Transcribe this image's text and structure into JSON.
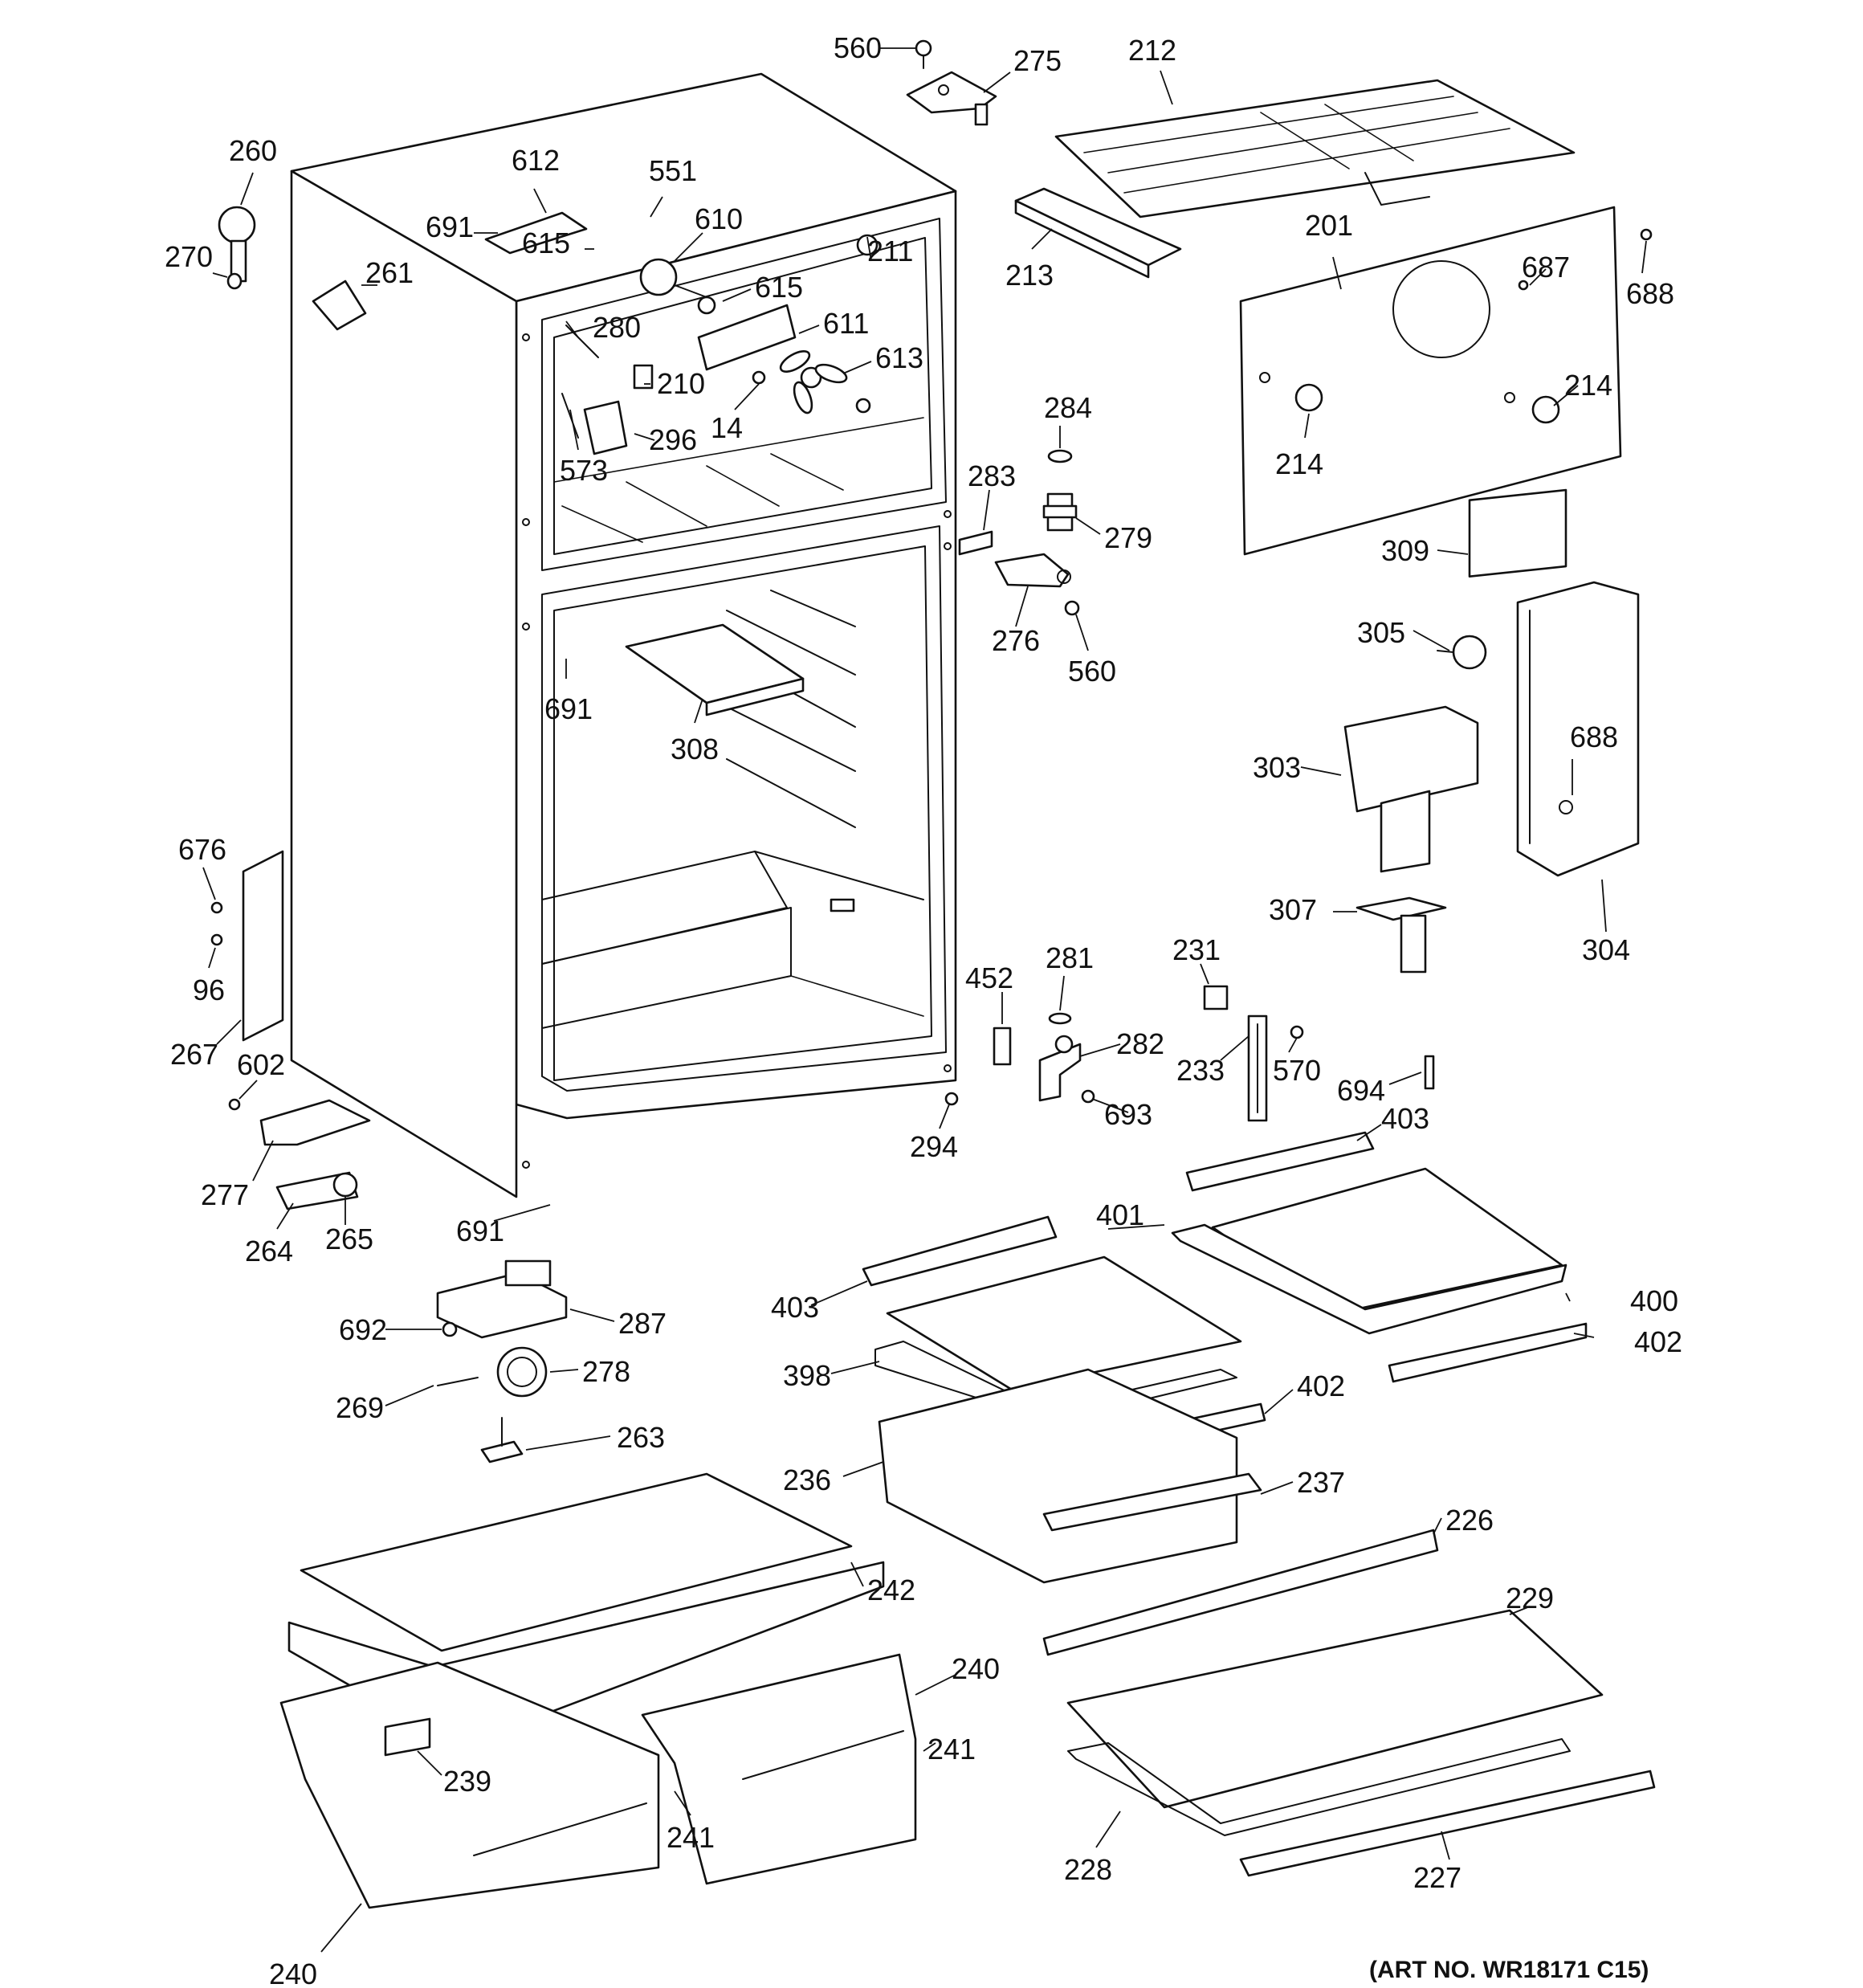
{
  "diagram": {
    "art_number": "(ART NO. WR18171 C15)",
    "callouts": [
      {
        "id": "c560a",
        "label": "560"
      },
      {
        "id": "c275",
        "label": "275"
      },
      {
        "id": "c212",
        "label": "212"
      },
      {
        "id": "c260",
        "label": "260"
      },
      {
        "id": "c270",
        "label": "270"
      },
      {
        "id": "c261",
        "label": "261"
      },
      {
        "id": "c612",
        "label": "612"
      },
      {
        "id": "c551",
        "label": "551"
      },
      {
        "id": "c691a",
        "label": "691"
      },
      {
        "id": "c615a",
        "label": "615"
      },
      {
        "id": "c610",
        "label": "610"
      },
      {
        "id": "c211",
        "label": "211"
      },
      {
        "id": "c615b",
        "label": "615"
      },
      {
        "id": "c611",
        "label": "611"
      },
      {
        "id": "c280",
        "label": "280"
      },
      {
        "id": "c613",
        "label": "613"
      },
      {
        "id": "c210",
        "label": "210"
      },
      {
        "id": "c14",
        "label": "14"
      },
      {
        "id": "c296",
        "label": "296"
      },
      {
        "id": "c573",
        "label": "573"
      },
      {
        "id": "c213",
        "label": "213"
      },
      {
        "id": "c201",
        "label": "201"
      },
      {
        "id": "c687",
        "label": "687"
      },
      {
        "id": "c688a",
        "label": "688"
      },
      {
        "id": "c214a",
        "label": "214"
      },
      {
        "id": "c214b",
        "label": "214"
      },
      {
        "id": "c284",
        "label": "284"
      },
      {
        "id": "c283",
        "label": "283"
      },
      {
        "id": "c279",
        "label": "279"
      },
      {
        "id": "c309",
        "label": "309"
      },
      {
        "id": "c276",
        "label": "276"
      },
      {
        "id": "c560b",
        "label": "560"
      },
      {
        "id": "c305",
        "label": "305"
      },
      {
        "id": "c691b",
        "label": "691"
      },
      {
        "id": "c308",
        "label": "308"
      },
      {
        "id": "c303",
        "label": "303"
      },
      {
        "id": "c688b",
        "label": "688"
      },
      {
        "id": "c307",
        "label": "307"
      },
      {
        "id": "c304",
        "label": "304"
      },
      {
        "id": "c676",
        "label": "676"
      },
      {
        "id": "c96",
        "label": "96"
      },
      {
        "id": "c267",
        "label": "267"
      },
      {
        "id": "c602",
        "label": "602"
      },
      {
        "id": "c452",
        "label": "452"
      },
      {
        "id": "c281",
        "label": "281"
      },
      {
        "id": "c231",
        "label": "231"
      },
      {
        "id": "c282",
        "label": "282"
      },
      {
        "id": "c233",
        "label": "233"
      },
      {
        "id": "c570",
        "label": "570"
      },
      {
        "id": "c694",
        "label": "694"
      },
      {
        "id": "c693",
        "label": "693"
      },
      {
        "id": "c294",
        "label": "294"
      },
      {
        "id": "c403a",
        "label": "403"
      },
      {
        "id": "c277",
        "label": "277"
      },
      {
        "id": "c691c",
        "label": "691"
      },
      {
        "id": "c264",
        "label": "264"
      },
      {
        "id": "c265",
        "label": "265"
      },
      {
        "id": "c401",
        "label": "401"
      },
      {
        "id": "c403b",
        "label": "403"
      },
      {
        "id": "c400",
        "label": "400"
      },
      {
        "id": "c402a",
        "label": "402"
      },
      {
        "id": "c692",
        "label": "692"
      },
      {
        "id": "c287",
        "label": "287"
      },
      {
        "id": "c398",
        "label": "398"
      },
      {
        "id": "c278",
        "label": "278"
      },
      {
        "id": "c269",
        "label": "269"
      },
      {
        "id": "c402b",
        "label": "402"
      },
      {
        "id": "c263",
        "label": "263"
      },
      {
        "id": "c236",
        "label": "236"
      },
      {
        "id": "c237",
        "label": "237"
      },
      {
        "id": "c226",
        "label": "226"
      },
      {
        "id": "c242",
        "label": "242"
      },
      {
        "id": "c229",
        "label": "229"
      },
      {
        "id": "c240a",
        "label": "240"
      },
      {
        "id": "c241a",
        "label": "241"
      },
      {
        "id": "c239",
        "label": "239"
      },
      {
        "id": "c241b",
        "label": "241"
      },
      {
        "id": "c228",
        "label": "228"
      },
      {
        "id": "c227",
        "label": "227"
      },
      {
        "id": "c240b",
        "label": "240"
      }
    ]
  }
}
